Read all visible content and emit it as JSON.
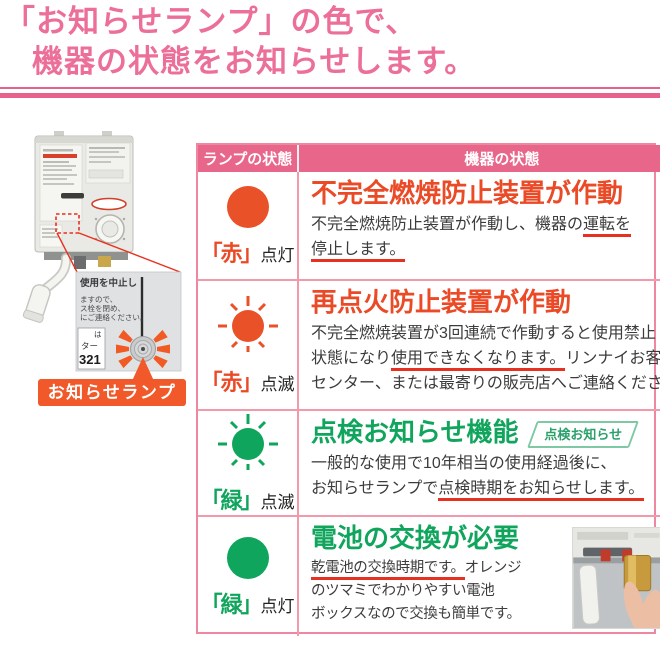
{
  "title": {
    "line1": "「お知らせランプ」の色で、",
    "line2": "機器の状態をお知らせします。"
  },
  "colors": {
    "title_pink": "#ec6f9a",
    "rule_pink": "#e8608c",
    "header_pink": "#e9668b",
    "table_border_pink": "#ef87a1",
    "accent_red": "#ea4a26",
    "lamp_red": "#e95228",
    "accent_green": "#10a55c",
    "underline_red": "#e83020",
    "callout_orange": "#f1592a"
  },
  "figure": {
    "callout": "お知らせランプ",
    "inset": {
      "line1": "使用を中止し",
      "line2": "ますので、",
      "line3": "ス栓を閉め、",
      "line4": "にご連絡ください。",
      "frag1": "は",
      "frag2": "ター",
      "number": "321"
    }
  },
  "table": {
    "header": {
      "lamp": "ランプの状態",
      "status": "機器の状態"
    },
    "rows": [
      {
        "lamp": {
          "bracket": "「赤」",
          "mode": "点灯",
          "style": "solid",
          "color": "#e95228"
        },
        "heading": "不完全燃焼防止装置が作動",
        "body": [
          [
            {
              "t": "不完全燃焼防止装置が作動し、機器の"
            },
            {
              "t": "運転を",
              "u": true
            }
          ],
          [
            {
              "t": "停止します。",
              "u": true
            }
          ]
        ]
      },
      {
        "lamp": {
          "bracket": "「赤」",
          "mode": "点滅",
          "style": "blinking",
          "color": "#e95228"
        },
        "heading": "再点火防止装置が作動",
        "body": [
          [
            {
              "t": "不完全燃焼装置が3回連続で作動すると使用禁止"
            }
          ],
          [
            {
              "t": "状態になり"
            },
            {
              "t": "使用できなくなります。",
              "u": true
            },
            {
              "t": "リンナイお客様"
            }
          ],
          [
            {
              "t": "センター、または最寄りの販売店へご連絡ください。"
            }
          ]
        ]
      },
      {
        "lamp": {
          "bracket": "「緑」",
          "mode": "点滅",
          "style": "blinking",
          "color": "#10a55c"
        },
        "heading": "点検お知らせ機能",
        "badge": "点検お知らせ",
        "body": [
          [
            {
              "t": "一般的な使用で10年相当の使用経過後に、"
            }
          ],
          [
            {
              "t": "お知らせランプで"
            },
            {
              "t": "点検時期をお知らせします。",
              "u": true
            }
          ]
        ]
      },
      {
        "lamp": {
          "bracket": "「緑」",
          "mode": "点灯",
          "style": "solid",
          "color": "#10a55c"
        },
        "heading": "電池の交換が必要",
        "body": [
          [
            {
              "t": "乾電池の交換時期です。",
              "u": true
            },
            {
              "t": "オレンジ"
            }
          ],
          [
            {
              "t": "のツマミでわかりやすい電池"
            }
          ],
          [
            {
              "t": "ボックスなので交換も簡単です。"
            }
          ]
        ]
      }
    ]
  }
}
